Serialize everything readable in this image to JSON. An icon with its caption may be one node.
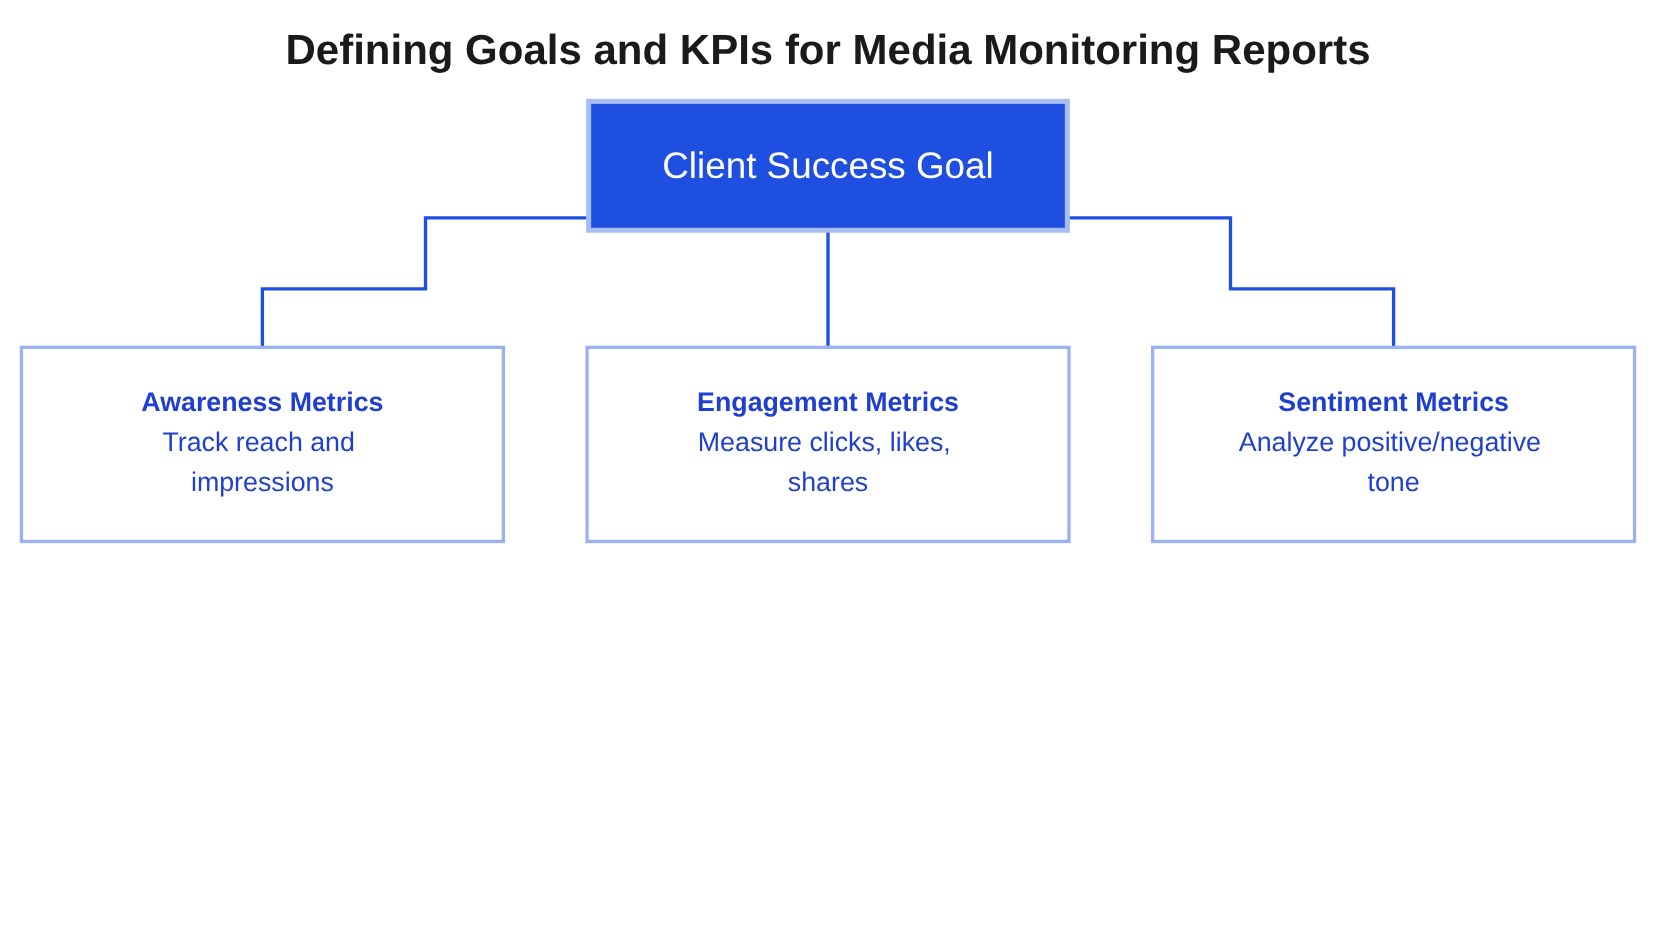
{
  "diagram": {
    "title": "Defining Goals and KPIs for Media Monitoring Reports",
    "nodes": [
      {
        "text": [
          "Client Success Goal"
        ]
      },
      {
        "text": [
          "Awareness Metrics",
          "Track reach and impressions"
        ]
      },
      {
        "text": [
          "Engagement Metrics",
          "Measure clicks, likes, shares"
        ]
      },
      {
        "text": [
          "Sentiment Metrics",
          "Analyze positive/negative tone"
        ]
      }
    ],
    "edges": [
      {
        "from": 0,
        "to": 1,
        "arrow": "none"
      },
      {
        "from": 0,
        "to": 2,
        "arrow": "none"
      },
      {
        "from": 0,
        "to": 3,
        "arrow": "none"
      }
    ]
  }
}
